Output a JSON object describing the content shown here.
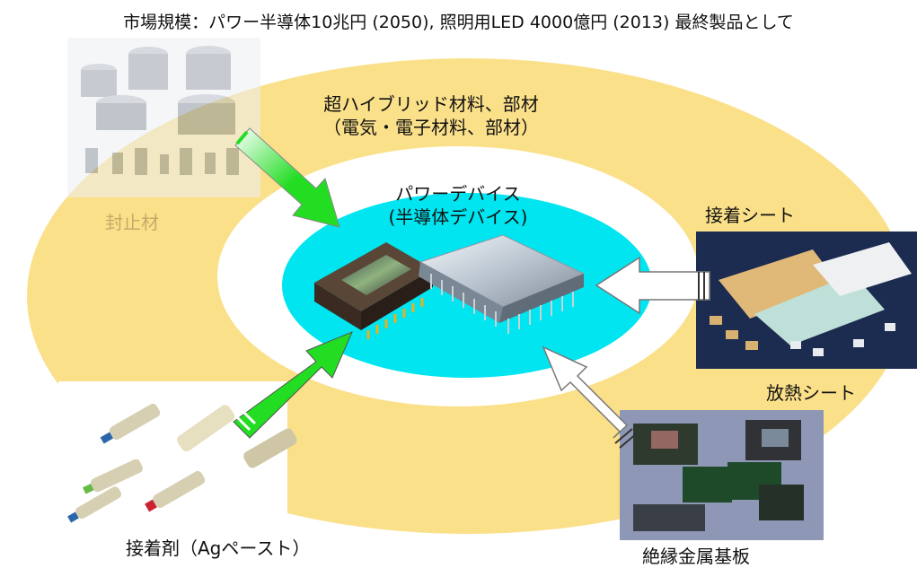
{
  "title": "市場規模：パワー半導体10兆円 (2050), 照明用LED 4000億円 (2013)  最終製品として",
  "outer_ring": {
    "label_line1": "超ハイブリッド材料、部材",
    "label_line2": "（電気・電子材料、部材）",
    "color": "#fbe08a"
  },
  "center": {
    "label_line1": "パワーデバイス",
    "label_line2": "(半導体デバイス)",
    "color": "#00e5f0"
  },
  "materials": {
    "encapsulant": {
      "label": "封止材",
      "label_color": "#c8a86a"
    },
    "adhesive_paste": {
      "label": "接着剤（Agペースト）"
    },
    "adhesive_sheet": {
      "label": "接着シート"
    },
    "heat_sheet": {
      "label": "放熱シート"
    },
    "metal_substrate": {
      "label": "絶縁金属基板"
    }
  },
  "colors": {
    "green_arrow": "#22dd22",
    "white_arrow": "#ffffff"
  }
}
